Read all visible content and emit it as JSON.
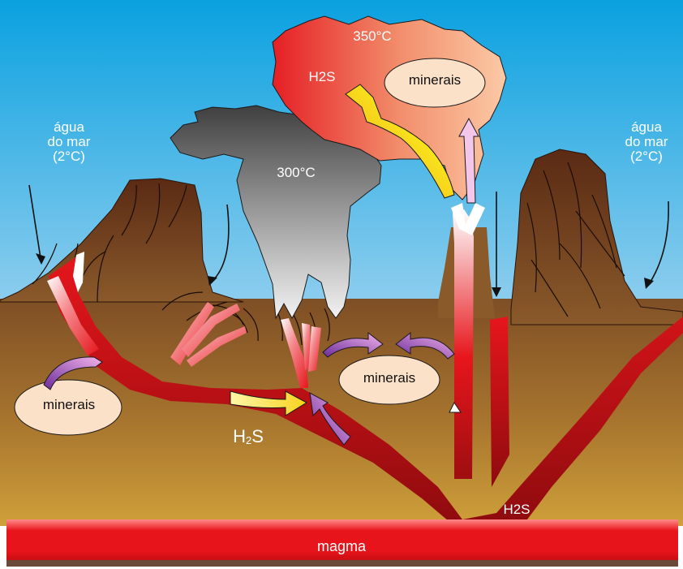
{
  "labels": {
    "seawater_left": "água\ndo mar\n(2°C)",
    "seawater_right": "água\ndo mar\n(2°C)",
    "temp_plume_top": "350°C",
    "temp_plume_smoke": "300°C",
    "h2s_top": "H2S",
    "h2s_middle_main": "H",
    "h2s_middle_sub": "2",
    "h2s_middle_tail": "S",
    "h2s_bottom": "H2S",
    "magma": "magma"
  },
  "minerals": {
    "top": "minerais",
    "middle": "minerais",
    "left": "minerais"
  },
  "colors": {
    "sky_top": "#0aa1e0",
    "sky_bottom": "#7fc8ec",
    "rock": "#6b3a1e",
    "sediment_top": "#8a5a2b",
    "sediment_bottom": "#c89a36",
    "channel_red": "#e6161c",
    "channel_dark": "#9e0e10",
    "magma_red": "#e8141b",
    "mineral_fill": "#fbe1c8",
    "plume_red": "#e8352a",
    "plume_peach": "#fac3a0",
    "smoke_dark": "#555555",
    "smoke_light": "#e6e6e6",
    "arrow_yellow": "#f8e21c",
    "arrow_purple": "#7a3fa0",
    "arrow_pink": "#f0a6e4"
  }
}
